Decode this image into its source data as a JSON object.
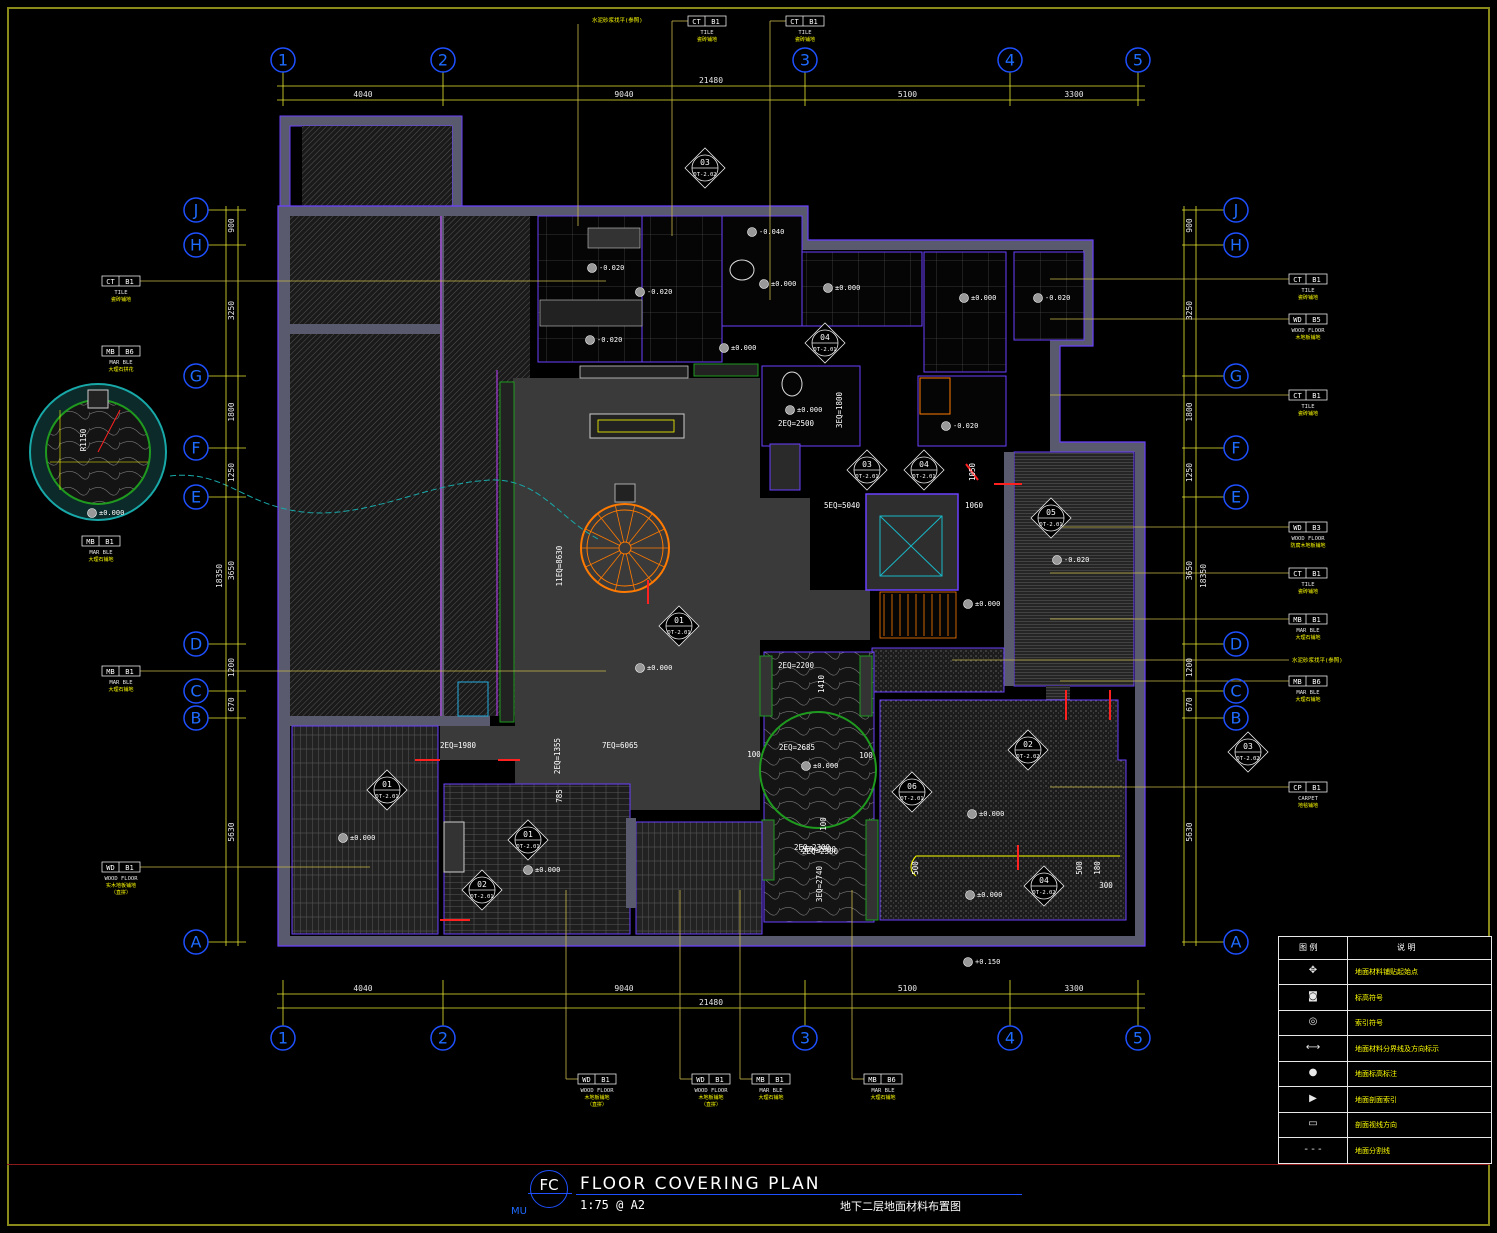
{
  "title_block": {
    "code": "FC",
    "title": "FLOOR COVERING PLAN",
    "scale": "1:75 @ A2",
    "subtitle_cn": "地下二层地面材料布置图",
    "tag": "MU"
  },
  "grid": {
    "columns": [
      "1",
      "2",
      "3",
      "4",
      "5"
    ],
    "rows": [
      "J",
      "H",
      "G",
      "F",
      "E",
      "D",
      "C",
      "B",
      "A"
    ]
  },
  "dimensions": {
    "top_total": "21480",
    "top_segments": [
      "4040",
      "9040",
      "5100",
      "3300"
    ],
    "bottom_total": "21480",
    "bottom_segments": [
      "4040",
      "9040",
      "5100",
      "3300"
    ],
    "left_segments": [
      "900",
      "3250",
      "1800",
      "1250",
      "3650",
      "1200",
      "670",
      "5630"
    ],
    "left_total": "18350",
    "right_segments": [
      "900",
      "3250",
      "1800",
      "1250",
      "3650",
      "1200",
      "670",
      "5630"
    ],
    "right_total": "18350"
  },
  "material_tags": {
    "top": [
      {
        "code": "CT",
        "num": "B1",
        "name": "TILE",
        "cn": "瓷砖铺地"
      },
      {
        "code": "CT",
        "num": "B1",
        "name": "TILE",
        "cn": "瓷砖铺地"
      }
    ],
    "top_note_cn": "水泥砂浆找平(参照)",
    "left": [
      {
        "code": "CT",
        "num": "B1",
        "name": "TILE",
        "cn": "瓷砖铺地"
      },
      {
        "code": "MB",
        "num": "B6",
        "name": "MAR BLE",
        "cn": "大理石拼花"
      },
      {
        "code": "MB",
        "num": "B1",
        "name": "MAR BLE",
        "cn": "大理石铺地"
      },
      {
        "code": "MB",
        "num": "B1",
        "name": "MAR BLE",
        "cn": "大理石铺地"
      },
      {
        "code": "WD",
        "num": "B1",
        "name": "WOOD FLOOR",
        "cn": "实木地板铺地",
        "note": "（直拼）"
      }
    ],
    "right": [
      {
        "code": "CT",
        "num": "B1",
        "name": "TILE",
        "cn": "瓷砖铺地"
      },
      {
        "code": "WD",
        "num": "B5",
        "name": "WOOD FLOOR",
        "cn": "木地板铺地"
      },
      {
        "code": "CT",
        "num": "B1",
        "name": "TILE",
        "cn": "瓷砖铺地"
      },
      {
        "code": "WD",
        "num": "B3",
        "name": "WOOD FLOOR",
        "cn": "防腐木地板铺地"
      },
      {
        "code": "CT",
        "num": "B1",
        "name": "TILE",
        "cn": "瓷砖铺地"
      },
      {
        "code": "MB",
        "num": "B1",
        "name": "MAR BLE",
        "cn": "大理石铺地"
      },
      {
        "code": "MB",
        "num": "B6",
        "name": "MAR BLE",
        "cn": "大理石铺地"
      },
      {
        "code": "CP",
        "num": "B1",
        "name": "CARPET",
        "cn": "地毯铺地"
      }
    ],
    "right_note_cn": "水泥砂浆找平(参照)",
    "bottom": [
      {
        "code": "WD",
        "num": "B1",
        "name": "WOOD FLOOR",
        "cn": "木地板铺地",
        "note": "（直拼）"
      },
      {
        "code": "WD",
        "num": "B1",
        "name": "WOOD FLOOR",
        "cn": "木地板铺地",
        "note": "（直拼）"
      },
      {
        "code": "MB",
        "num": "B1",
        "name": "MAR BLE",
        "cn": "大理石铺地"
      },
      {
        "code": "MB",
        "num": "B6",
        "name": "MAR BLE",
        "cn": "大理石铺地"
      }
    ]
  },
  "detail_markers": [
    {
      "num": "03",
      "ref": "DT-2.02"
    },
    {
      "num": "04",
      "ref": "DT-2.01"
    },
    {
      "num": "03",
      "ref": "DT-2.01"
    },
    {
      "num": "04",
      "ref": "DT-2.01"
    },
    {
      "num": "05",
      "ref": "DT-2.01"
    },
    {
      "num": "01",
      "ref": "DT-2.01"
    },
    {
      "num": "02",
      "ref": "DT-2.02"
    },
    {
      "num": "03",
      "ref": "DT-2.02"
    },
    {
      "num": "01",
      "ref": "DT-2.01"
    },
    {
      "num": "06",
      "ref": "DT-2.01"
    },
    {
      "num": "01",
      "ref": "DT-2.01"
    },
    {
      "num": "02",
      "ref": "DT-2.01"
    },
    {
      "num": "04",
      "ref": "DT-2.02"
    }
  ],
  "levels": [
    "-0.040",
    "-0.020",
    "±0.000",
    "-0.020",
    "-0.020",
    "±0.000",
    "±0.000",
    "-0.020",
    "±0.000",
    "±0.000",
    "-0.020",
    "±0.000",
    "-0.020",
    "±0.000",
    "±0.000",
    "±0.000",
    "±0.000",
    "±0.000",
    "+0.150",
    "±0.000",
    "±0.000"
  ],
  "room_dims": [
    "2EQ=2500",
    "3EQ=1800",
    "5EQ=5040",
    "1060",
    "1050",
    "11EQ=8630",
    "2EQ=2200",
    "1410",
    "2EQ=1980",
    "7EQ=6065",
    "2EQ=1355",
    "785",
    "2EQ=2685",
    "2EQ=2300",
    "3EQ=2740",
    "100",
    "180",
    "500",
    "500",
    "300",
    "100",
    "100",
    "2EQ=2300",
    "2EQ=2300",
    "R1150"
  ],
  "legend": {
    "header": [
      "图 例",
      "说 明"
    ],
    "items": [
      "地面材料铺贴起始点",
      "标高符号",
      "索引符号",
      "地面材料分界线及方向标示",
      "地面标高标注",
      "地面剖面索引",
      "剖面视线方向",
      "地面分割线"
    ]
  },
  "colors": {
    "wall": "#5a5a6e",
    "wall_edge": "#6a40ff",
    "floor_dark": "#3a3a3a",
    "grid_bubble": "#1e50ff",
    "dim_line": "#e8e830",
    "leader": "#c8b84a",
    "frame": "#8a8a1a",
    "accent_red": "#ff2020",
    "stair_orange": "#ff7a00",
    "cyan": "#18a8a8"
  }
}
